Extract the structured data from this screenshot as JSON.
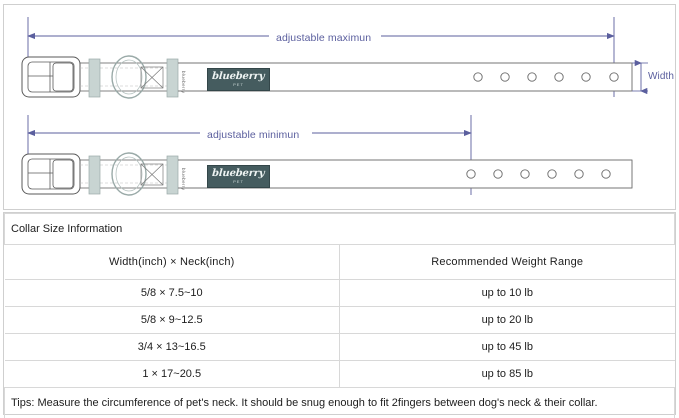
{
  "diagram": {
    "label_adjustable_maximum": "adjustable maximun",
    "label_adjustable_minimum": "adjustable minimun",
    "label_width": "Width",
    "brand_name": "blueberry",
    "brand_sub": "PET",
    "keeper_text": "blueberry",
    "colors": {
      "dimension_line": "#5b5f9e",
      "strap_outline": "#767676",
      "hardware_fill": "#c8d4d2",
      "patch_fill": "#455c5f",
      "panel_border": "#cfcfcf"
    },
    "top_collar": {
      "hole_count": 6,
      "measure_note": "adjustable maximun measured to last hole"
    },
    "bottom_collar": {
      "hole_count": 6,
      "measure_note": "adjustable minimun measured to first hole"
    }
  },
  "table": {
    "title": "Collar Size Information",
    "columns": [
      "Width(inch)  ×  Neck(inch)",
      "Recommended Weight Range"
    ],
    "rows": [
      [
        "5/8 × 7.5~10",
        "up to 10 lb"
      ],
      [
        "5/8 × 9~12.5",
        "up to 20 lb"
      ],
      [
        "3/4 × 13~16.5",
        "up to 45 lb"
      ],
      [
        "1 × 17~20.5",
        "up to 85 lb"
      ]
    ],
    "tips": "Tips: Measure the circumference of pet's neck. It should be snug enough to fit 2fingers between dog's neck & their collar."
  }
}
